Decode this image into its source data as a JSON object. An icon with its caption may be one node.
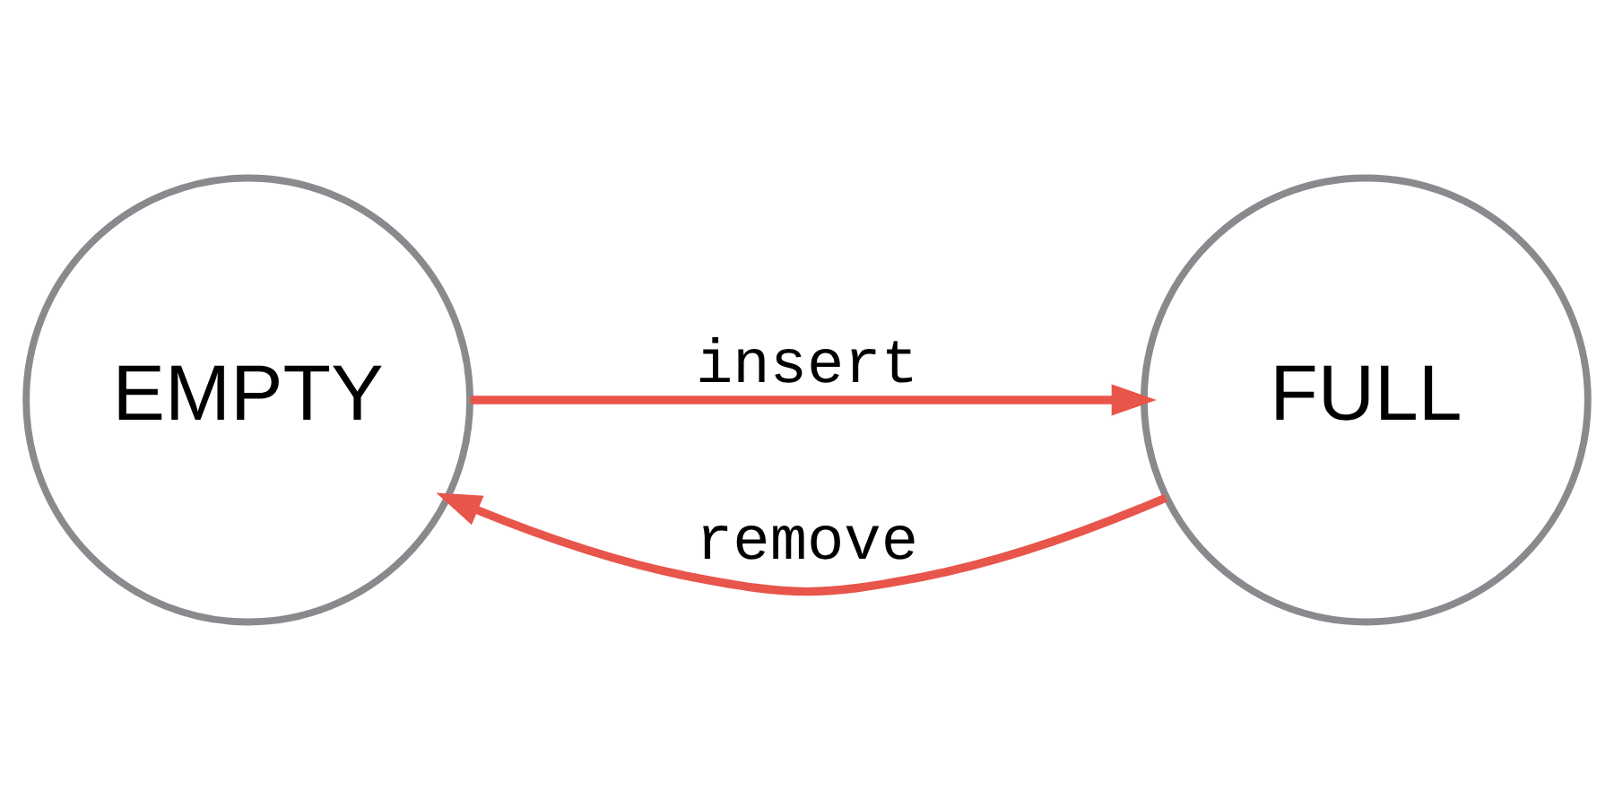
{
  "diagram": {
    "nodes": [
      {
        "text": [
          "EMPTY"
        ]
      },
      {
        "text": [
          "FULL"
        ]
      }
    ],
    "edges": [
      {
        "from": 1,
        "to": 0,
        "arrow": "to",
        "label": "remove",
        "color": "#e8554a"
      },
      {
        "from": 0,
        "to": 1,
        "arrow": "to",
        "label": "insert",
        "color": "#e8554a"
      }
    ]
  }
}
